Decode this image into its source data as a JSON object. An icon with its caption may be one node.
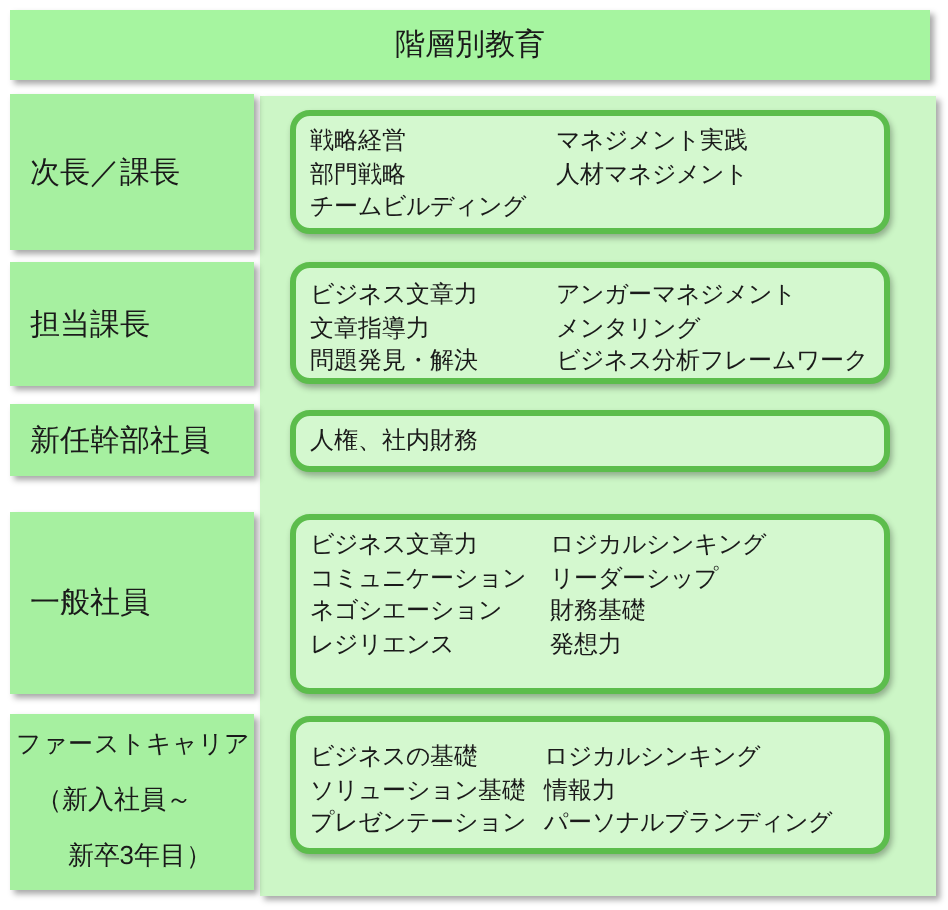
{
  "diagram": {
    "nodes": [
      {
        "text": [
          "階層別教育"
        ]
      },
      {
        "text": [
          "次長／課長"
        ]
      },
      {
        "text": [
          "戦略経営",
          "マネジメント実践",
          "部門戦略",
          "人材マネジメント",
          "チームビルディング"
        ]
      },
      {
        "text": [
          "担当課長"
        ]
      },
      {
        "text": [
          "ビジネス文章力",
          "アンガーマネジメント",
          "文章指導力",
          "メンタリング",
          "問題発見・解決",
          "ビジネス分析フレームワーク"
        ]
      },
      {
        "text": [
          "新任幹部社員"
        ]
      },
      {
        "text": [
          "人権、社内財務"
        ]
      },
      {
        "text": [
          "一般社員"
        ]
      },
      {
        "text": [
          "ビジネス文章力",
          "ロジカルシンキング",
          "コミュニケーション",
          "リーダーシップ",
          "ネゴシエーション",
          "財務基礎",
          "レジリエンス",
          "発想力"
        ]
      },
      {
        "text": [
          "ファーストキャリア",
          "（新入社員～新卒3年目）"
        ]
      },
      {
        "text": [
          "ビジネスの基礎",
          "ロジカルシンキング",
          "ソリューション基礎",
          "情報力",
          "プレゼンテーション",
          "パーソナルブランディング"
        ]
      }
    ]
  }
}
